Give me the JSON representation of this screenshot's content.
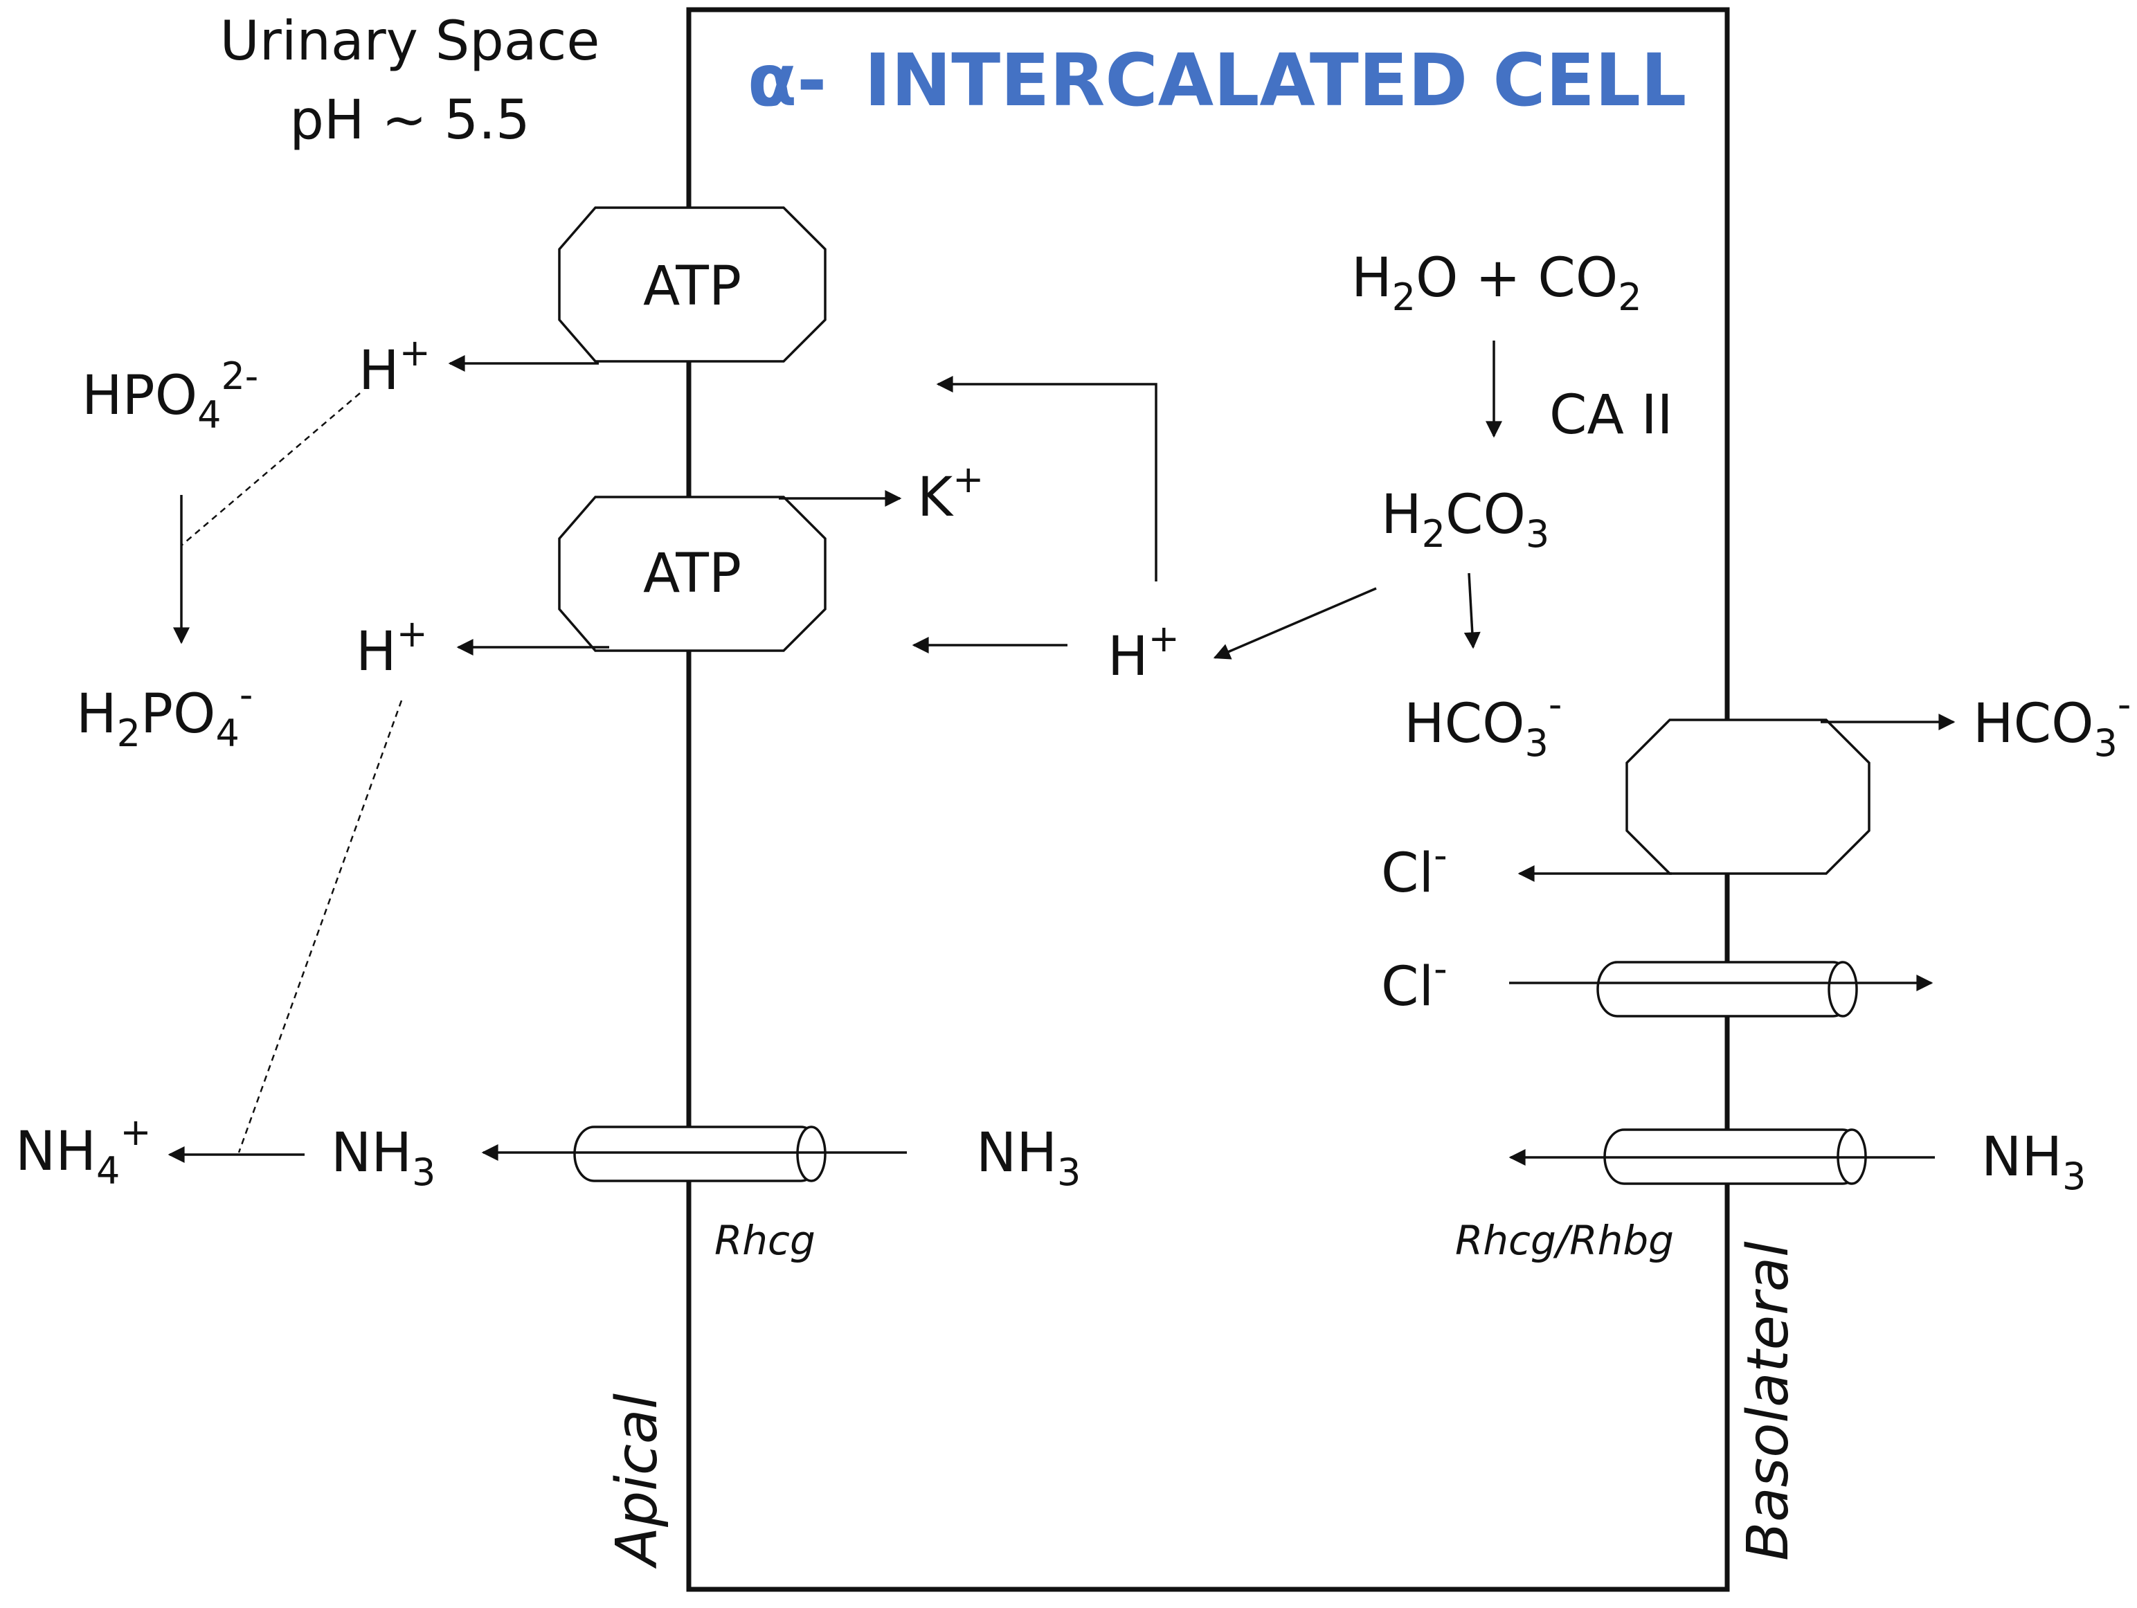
{
  "title": {
    "prefix": "α-",
    "text": "INTERCALATED CELL",
    "color": "#4472C4"
  },
  "urinary_space": {
    "line1": "Urinary Space",
    "line2": "pH ~ 5.5"
  },
  "pumps": {
    "top": "ATP",
    "bottom": "ATP"
  },
  "ions": {
    "h": "H",
    "plus": "+",
    "k": "K",
    "hpo": "HPO",
    "hpo_sub": "4",
    "hpo_sup": "2-",
    "h2po_h": "H",
    "h2po_sub1": "2",
    "h2po_po": "PO",
    "h2po_sub2": "4",
    "h2po_sup": "-",
    "nh4": "NH",
    "nh4_sub": "4",
    "nh4_sup": "+",
    "nh3": "NH",
    "nh3_sub": "3",
    "h2o": "H",
    "h2o_sub": "2",
    "h2o_rest": "O + CO",
    "co2_sub": "2",
    "ca2": "CA II",
    "h2co3_h": "H",
    "h2co3_sub1": "2",
    "h2co3_co": "CO",
    "h2co3_sub2": "3",
    "hco3": "HCO",
    "hco3_sub": "3",
    "hco3_sup": "-",
    "cl": "Cl",
    "cl_sup": "-"
  },
  "transporters": {
    "apical": "Rhcg",
    "basolateral": "Rhcg/Rhbg"
  },
  "membranes": {
    "apical": "Apical",
    "basolateral": "Basolateral"
  }
}
